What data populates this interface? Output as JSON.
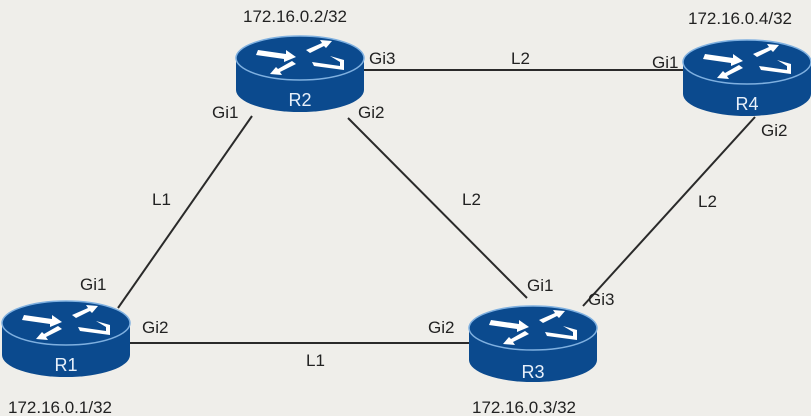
{
  "colors": {
    "router": "#0b4a8e",
    "router_edge": "#7fb0e0",
    "background": "#efeeea",
    "link": "#2a2a2a"
  },
  "routers": [
    {
      "name": "R1",
      "ip": "172.16.0.1/32"
    },
    {
      "name": "R2",
      "ip": "172.16.0.2/32"
    },
    {
      "name": "R3",
      "ip": "172.16.0.3/32"
    },
    {
      "name": "R4",
      "ip": "172.16.0.4/32"
    }
  ],
  "links": [
    {
      "from": "R1",
      "from_if": "Gi1",
      "to": "R2",
      "to_if": "Gi1",
      "label": "L1"
    },
    {
      "from": "R1",
      "from_if": "Gi2",
      "to": "R3",
      "to_if": "Gi2",
      "label": "L1"
    },
    {
      "from": "R2",
      "from_if": "Gi2",
      "to": "R3",
      "to_if": "Gi1",
      "label": "L2"
    },
    {
      "from": "R2",
      "from_if": "Gi3",
      "to": "R4",
      "to_if": "Gi1",
      "label": "L2"
    },
    {
      "from": "R4",
      "from_if": "Gi2",
      "to": "R3",
      "to_if": "Gi3",
      "label": "L2"
    }
  ]
}
